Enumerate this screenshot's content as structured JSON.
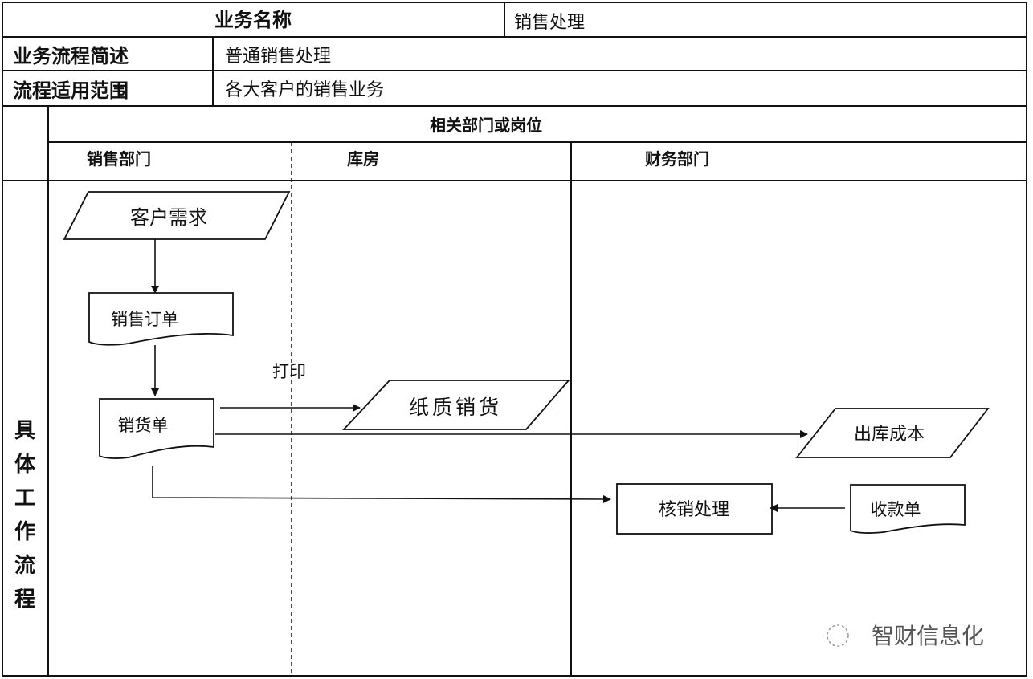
{
  "header": {
    "business_name_label": "业务名称",
    "business_name_value": "销售处理",
    "summary_label": "业务流程简述",
    "summary_value": "普通销售处理",
    "scope_label": "流程适用范围",
    "scope_value": "各大客户的销售业务"
  },
  "lanes": {
    "title": "相关部门或岗位",
    "sales": "销售部门",
    "warehouse": "库房",
    "finance": "财务部门"
  },
  "side_label": [
    "具",
    "体",
    "工",
    "作",
    "流",
    "程"
  ],
  "nodes": {
    "customer_demand": "客户需求",
    "sales_order": "销售订单",
    "sales_slip": "销货单",
    "print_label": "打印",
    "paper_sales": "纸质销货",
    "outbound_cost": "出库成本",
    "write_off": "核销处理",
    "receipt": "收款单"
  },
  "watermark": "智财信息化",
  "colors": {
    "line": "#111111",
    "background": "#ffffff"
  }
}
